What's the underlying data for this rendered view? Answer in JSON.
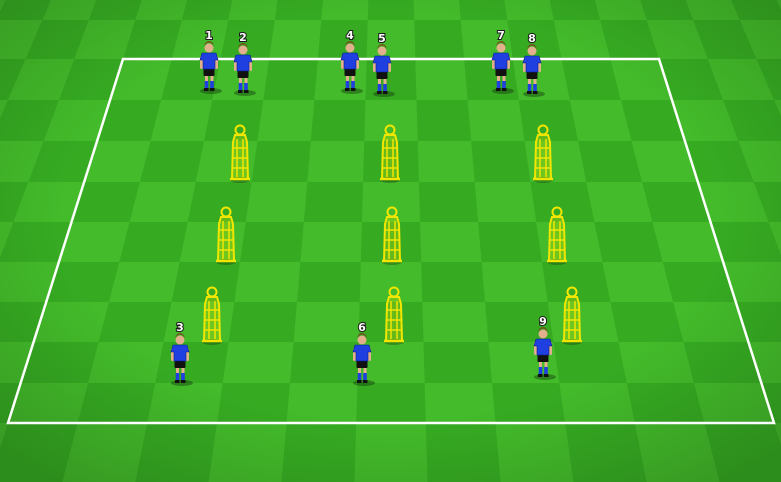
{
  "colors": {
    "grass_light": "#4ec832",
    "grass_dark": "#36ab22",
    "pitch_line": "#ffffff",
    "player_shirt": "#1f3fe0",
    "player_shorts": "#111111",
    "mannequin": "#f2e600"
  },
  "players": [
    {
      "label": "1"
    },
    {
      "label": "2"
    },
    {
      "label": "4"
    },
    {
      "label": "5"
    },
    {
      "label": "7"
    },
    {
      "label": "8"
    },
    {
      "label": "3"
    },
    {
      "label": "6"
    },
    {
      "label": "9"
    }
  ],
  "mannequin_count": 9
}
